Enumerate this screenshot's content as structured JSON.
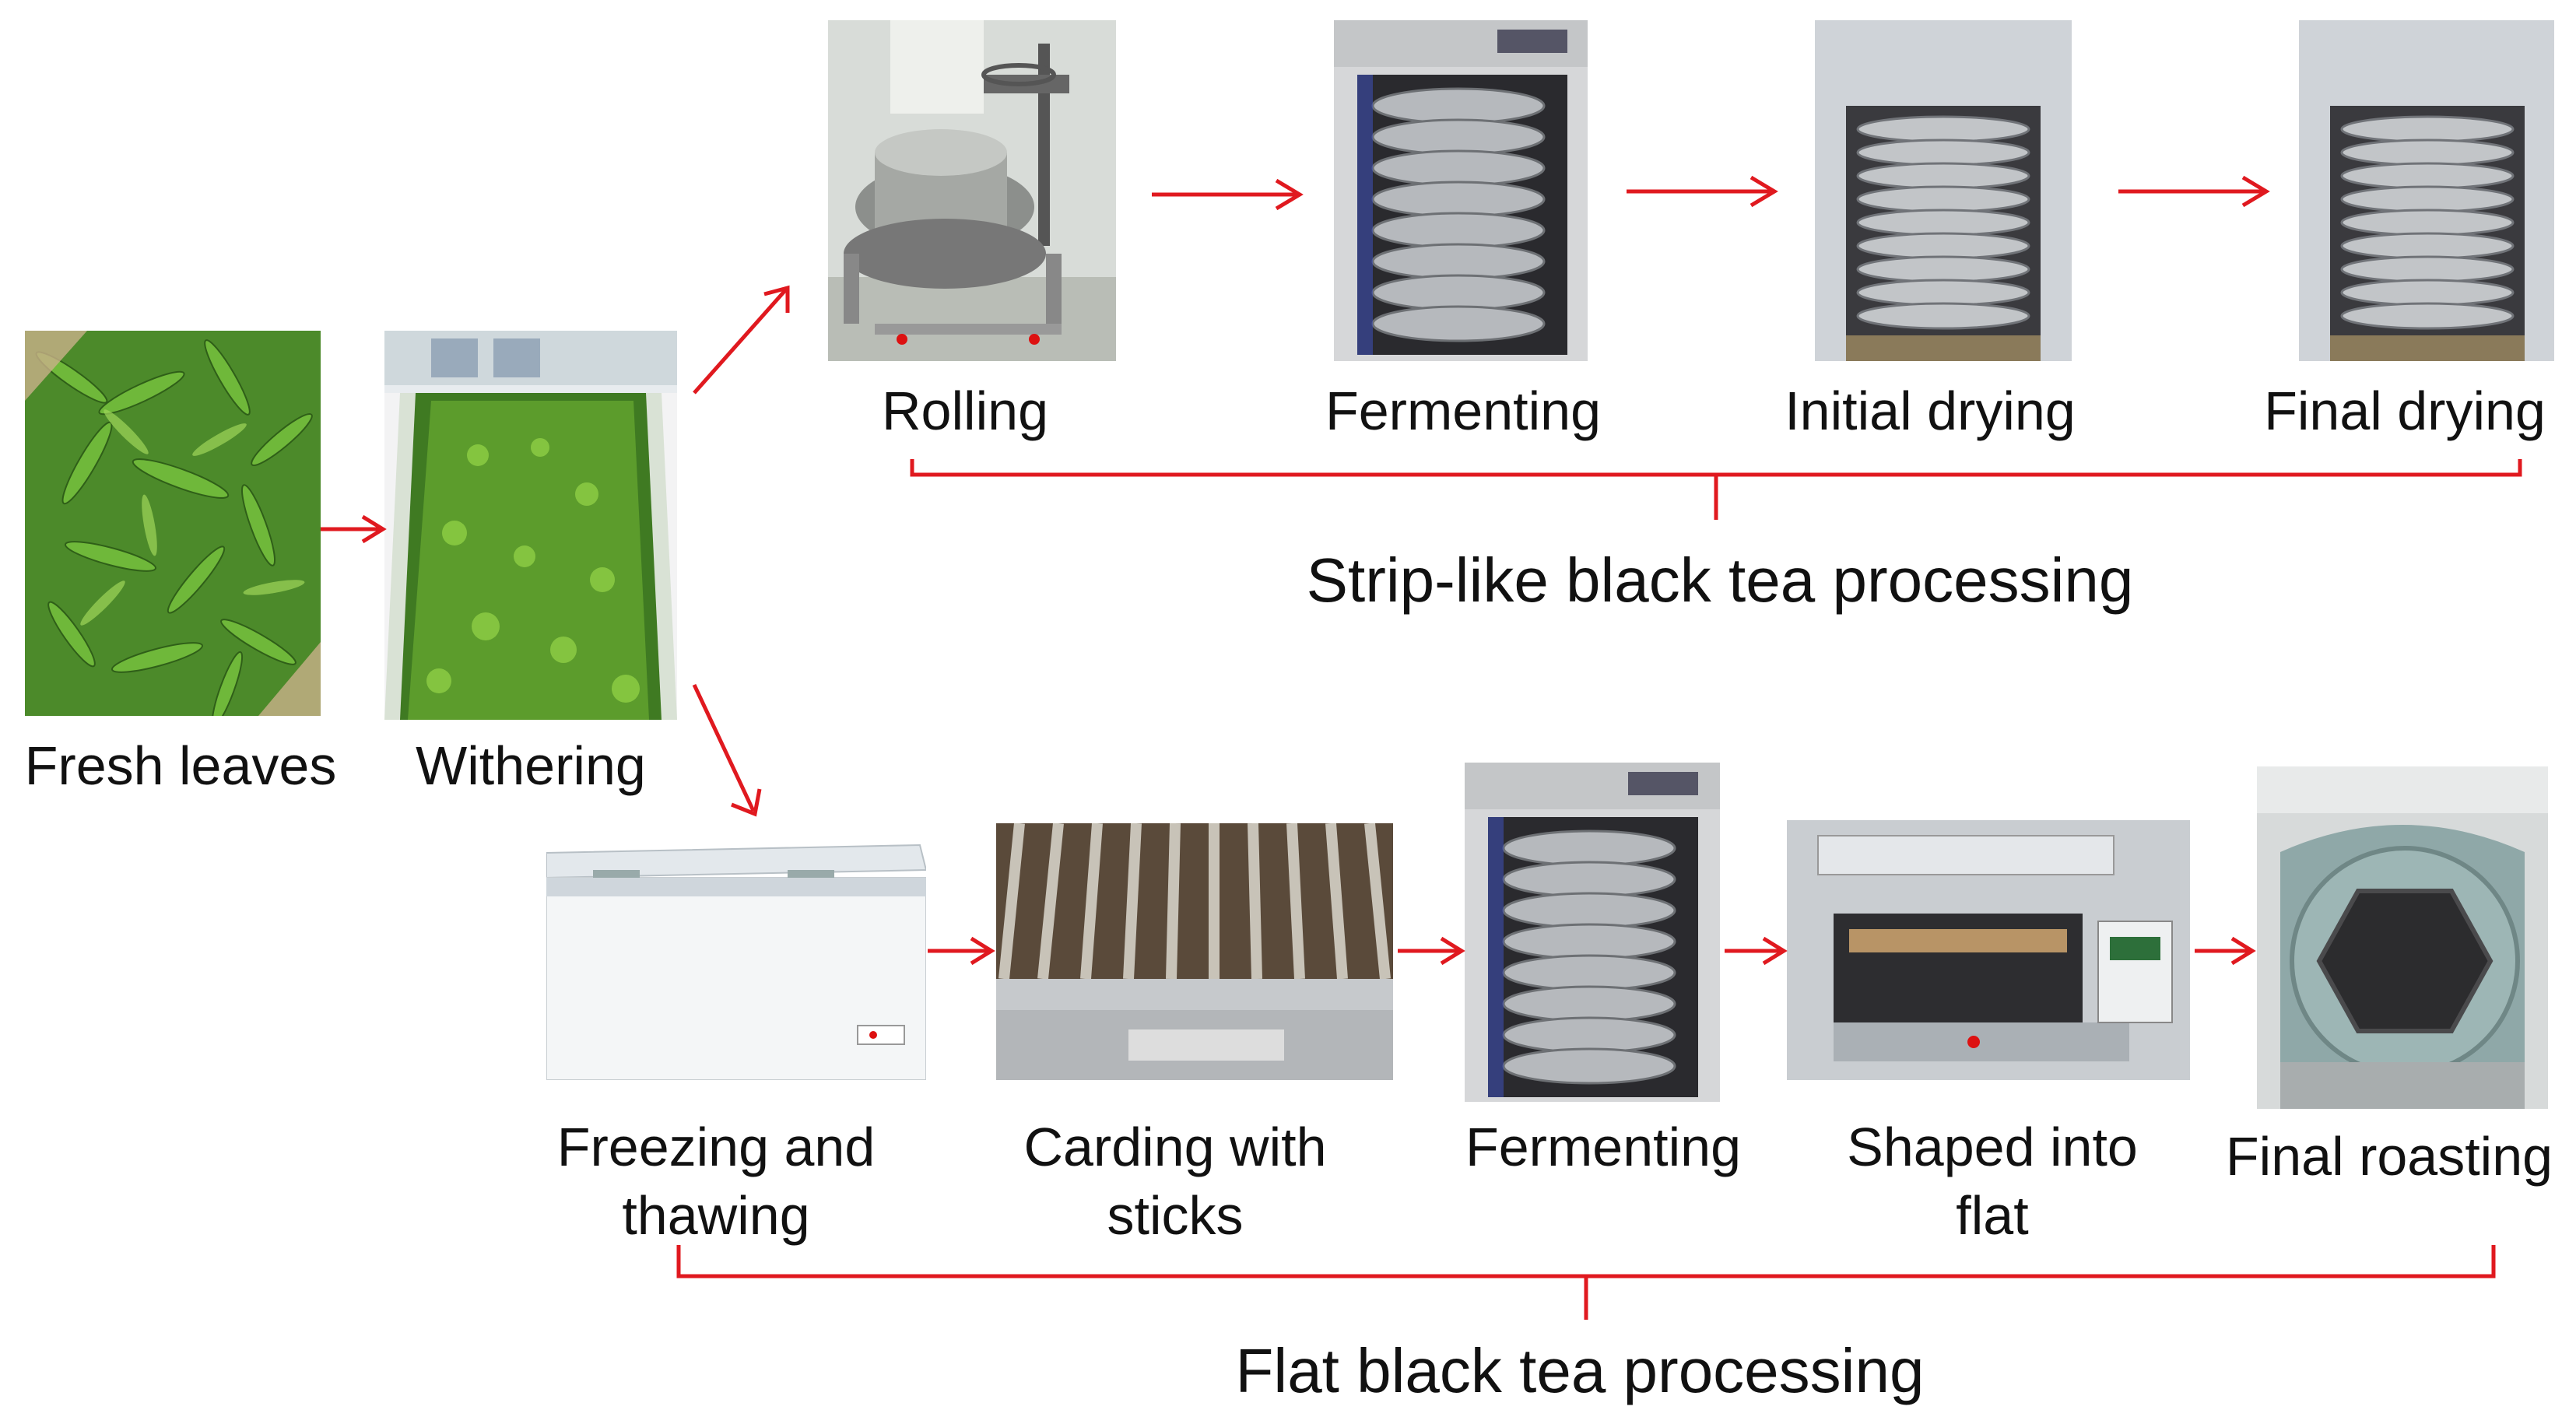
{
  "steps": {
    "fresh_leaves": "Fresh leaves",
    "withering": "Withering",
    "rolling": "Rolling",
    "fermenting_top": "Fermenting",
    "initial_drying": "Initial drying",
    "final_drying": "Final drying",
    "freezing_line1": "Freezing and",
    "freezing_line2": "thawing",
    "carding_line1": "Carding with",
    "carding_line2": "sticks",
    "fermenting_bottom": "Fermenting",
    "shaped_line1": "Shaped into",
    "shaped_line2": "flat",
    "final_roasting": "Final roasting"
  },
  "groups": {
    "strip": "Strip-like black tea processing",
    "flat": "Flat black tea processing"
  },
  "colors": {
    "arrow": "#e0191f",
    "bracket": "#e0191f",
    "text": "#111111"
  }
}
